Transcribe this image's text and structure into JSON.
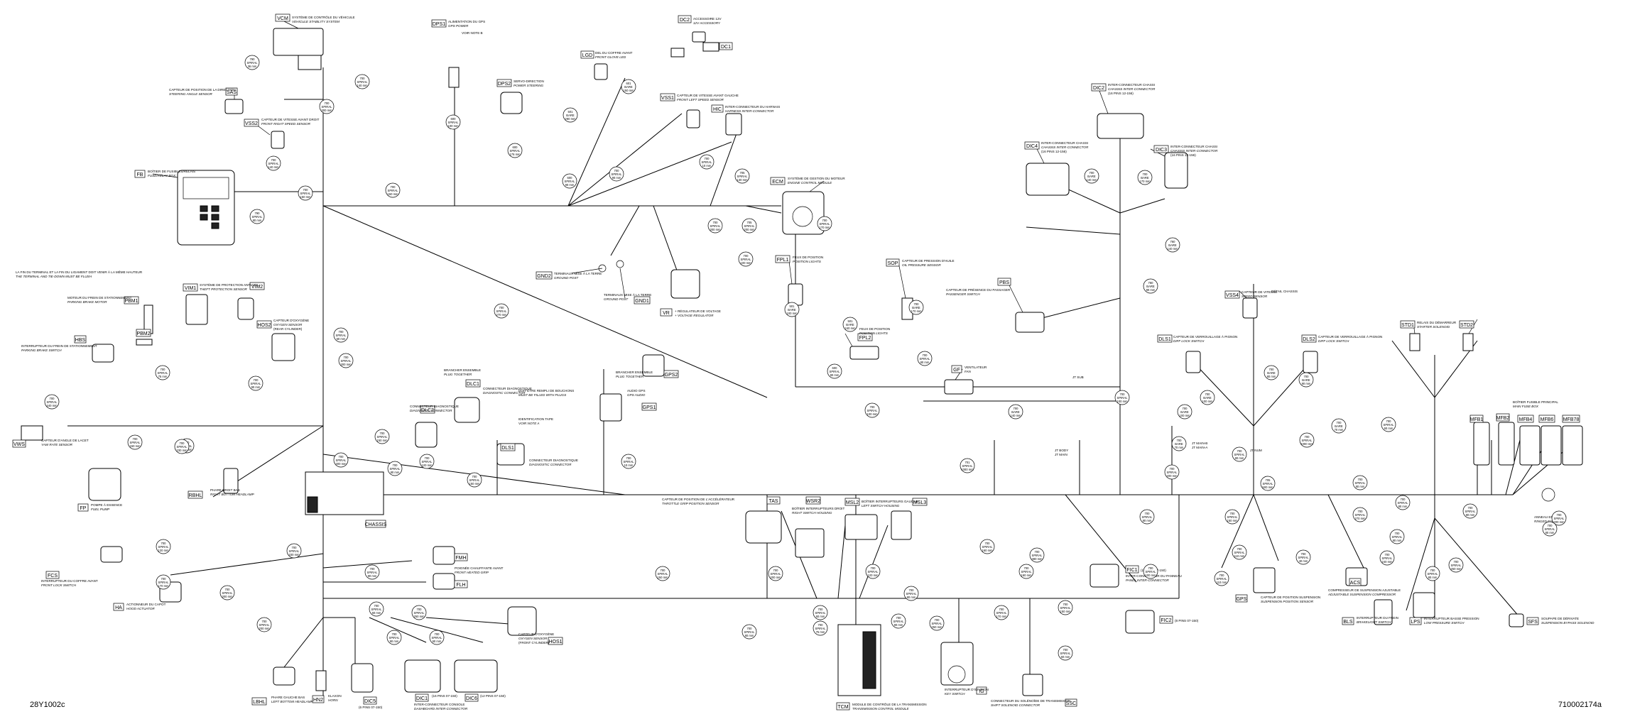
{
  "footer": {
    "left": "28Y1002c",
    "right": "710002174a"
  },
  "codes": {
    "vcm": "VCM",
    "dps1": "DPS1",
    "dc2": "DC2",
    "dc1": "DC1",
    "lgd": "LGD",
    "dps2": "DPS2",
    "vss1": "VSS1",
    "hic": "HIC",
    "sas": "SAS",
    "vss2": "VSS2",
    "fb": "FB",
    "ecm": "ECM",
    "dic2": "DIC2",
    "dic4": "DIC4",
    "dic3": "DIC3",
    "gnd2": "GND2",
    "gnd1": "GND1",
    "vr": "VR",
    "fpl1": "FPL1",
    "fpl2": "FPL2",
    "sop": "SOP",
    "gf": "GF",
    "pbs": "PBS",
    "vss4": "VSS4",
    "dls1": "DLS1",
    "dls2": "DLS2",
    "std1": "STD1",
    "std2": "STD2",
    "vim1": "VIM1",
    "vim2": "VIM2",
    "pbm1": "PBM1",
    "pbm2": "PBM2",
    "hbs": "HBS",
    "hos2": "HOS2",
    "vws": "VWS",
    "fp": "FP",
    "rbhl": "RBHL",
    "dlc1": "DLC1",
    "dlc2": "DLC2",
    "dls1b": "DLS1",
    "gps2": "GPS2",
    "gps1": "GPS1",
    "chassis": "CHASSIS",
    "tas": "TAS",
    "wsr2": "WSR2",
    "msl2": "MSL2",
    "msl3": "MSL3",
    "fic1": "FIC1",
    "fic2": "FIC2",
    "gps": "GPS",
    "acs": "ACS",
    "bls": "BLS",
    "lps": "LPS",
    "sfs": "SFS",
    "mfb1": "MFB1",
    "mfb2": "MFB2",
    "mfb4": "MFB4",
    "mfb6": "MFB6",
    "mfb78": "MFB78",
    "fcs": "FCS",
    "ha": "HA",
    "fmh": "FMH",
    "flh": "FLH",
    "hos1": "HOS1",
    "lbhl": "LBHL",
    "hn2": "HN2",
    "dic5": "DIC5",
    "dic1": "DIC1",
    "dic6": "DIC6",
    "tcm": "TCM",
    "ig": "IG",
    "ssc": "SSC"
  },
  "labels": {
    "vcm_fr": "SYSTÈME DE CONTRÔLE DU VÉHICULE",
    "vcm_en": "VEHICULE STABILITY SYSTEM",
    "dps1_fr": "ALIMENTATION DU GPS",
    "dps1_en": "GPS POWER",
    "dps1_note": "VOIR NOTE B",
    "dc2_fr": "ACCESSOIRE 12V",
    "dc2_en": "12V ACCESSORY",
    "lgd_fr": "DEL DU COFFRE AVANT",
    "lgd_en": "FRONT GLOVE LED",
    "dps2_fr": "SERVO-DIRECTION",
    "dps2_en": "POWER STEERING",
    "sas_fr": "CAPTEUR DE POSITION DE LA DIRECTION",
    "sas_en": "STEERING ANGLE SENSOR",
    "vss2_fr": "CAPTEUR DE VITESSE AVANT DROIT",
    "vss2_en": "FRONT RIGHT SPEED SENSOR",
    "vss1_fr": "CAPTEUR DE VITESSE AVANT GAUCHE",
    "vss1_en": "FRONT LEFT SPEED SENSOR",
    "hic_fr": "INTER-CONNECTEUR DU HARNAIS",
    "hic_en": "HARNESS INTER-CONNECTOR",
    "fb_fr": "BOÎTIER DE FUSIBLES/RELAIS",
    "fb_en": "FUSE/RELAY BOX",
    "ecm_fr": "SYSTÈME DE GESTION DU MOTEUR",
    "ecm_en": "ENGINE CONTROL MODULE",
    "dic2_fr": "INTER-CONNECTEUR CHASSI",
    "dic2_en": "CHASSIS INTER-CONNECTOR",
    "dic2_pin": "(16 PINS 12-156)",
    "dic4_fr": "INTER-CONNECTEUR CHASSI",
    "dic4_en": "CHASSIS INTER-CONNECTOR",
    "dic4_pin": "(16 PINS 12-156)",
    "dic3_fr": "INTER-CONNECTEUR CHASSI",
    "dic3_en": "CHASSIS INTER-CONNECTOR",
    "dic3_pin": "(16 PINS 12-156)",
    "gnd2_fr": "TERMINAUX MISE À LA TERRE",
    "gnd2_en": "GROUND POST",
    "gnd1_fr": "TERMINAUX MISE À LA TERRE",
    "gnd1_en": "GROUND POST",
    "vr_fr": "+ RÉGULATEUR DE VOLTAGE",
    "vr_en": "+ VOLTAGE REGULATOR",
    "fpl1_fr": "FEUX DE POSITION",
    "fpl1_en": "POSITION LIGHTS",
    "fpl2_fr": "FEUX DE POSITION",
    "fpl2_en": "POSITION LIGHTS",
    "sop_fr": "CAPTEUR DE PRESSION D'HUILE",
    "sop_en": "OIL PRESSURE SENSOR",
    "gf_fr": "VENTILATEUR",
    "gf_en": "FAN",
    "pbs_fr": "CAPTEUR DE PRÉSENCE DU PASSAGER",
    "pbs_en": "PASSENGER SWITCH",
    "vss4_fr": "CAPTEUR DE VITESSE",
    "vss4_en": "SPEED SENSOR",
    "vss4_note": "DÉTAIL CHASSIS",
    "dls1_fr": "CAPTEUR DE VERROUILLAGE À PIGNON",
    "dls1_en": "DIFF LOCK SWITCH",
    "dls2_fr": "CAPTEUR DE VERROUILLAGE À PIGNON",
    "dls2_en": "DIFF LOCK SWITCH",
    "std_fr": "RELAIS DU DÉMARREUR",
    "std_en": "STARTER SOLENOID",
    "top_note_fr": "LA FIN DU TERMINAL ET LA FIN DU LIGAMENT DOIT VENIR À LA MÊME HAUTEUR",
    "top_note_en": "THE TERMINAL AND TIE-DOWN MUST BE FLUSH",
    "vim_fr": "SYSTÈME DE PROTECTION ANTI-VOL",
    "vim_en": "THEFT PROTECTION SENSOR",
    "pbm_fr": "MOTEUR DU FREIN DE STATIONNEMENT",
    "pbm_en": "PARKING BRAKE MOTOR",
    "hos2_fr": "CAPTEUR D'OXYGÈNE",
    "hos2_en": "OXYGEN SENSOR",
    "hos2_sub": "(REAR CYLINDER)",
    "hbs_fr": "INTERRUPTEUR DU FREIN DE STATIONNEMENT",
    "hbs_en": "PARKING BRAKE SWITCH",
    "vws_fr": "CAPTEUR D'ANGLE DE LACET",
    "vws_en": "YAW RATE SENSOR",
    "fp_fr": "POMPE À ESSENCE",
    "fp_en": "FUEL PUMP",
    "rbhl_fr": "PHARE DROIT BAS",
    "rbhl_en": "RIGHT BOTTOM HEADLAMP",
    "dlc1_fr": "CONNECTEUR DIAGNOSTIQUE",
    "dlc1_en": "DIAGNOSTIC CONNECTOR",
    "dlc2_fr": "CONNECTEUR DIAGNOSTIQUE",
    "dlc2_en": "DIAGNOSTIC CONNECTOR",
    "branch_fr": "BRANCHER ENSEMBLE",
    "branch_en": "PLUG TOGETHER",
    "dls1b_fr": "CONNECTEUR DIAGNOSTIQUE",
    "dls1b_en": "DIAGNOSTIC CONNECTOR",
    "note_fill_fr": "DOIT ÊTRE REMPLI DE BOUCHONS",
    "note_fill_en": "MUST BE FILLED WITH PLUGS",
    "note_tape_fr": "IDENTIFICATION TAPE",
    "note_tape_en": "VOIR NOTE A",
    "gps2_fr": "BRANCHER ENSEMBLE",
    "gps2_en": "PLUG TOGETHER",
    "gps1_fr": "AUDIO GPS",
    "gps1_en": "GPS AUDIO",
    "tas_fr": "CAPTEUR DE POSITION DE L'ACCÉLÉRATEUR",
    "tas_en": "THROTTLE GRIP POSITION SENSOR",
    "wsr2_fr": "BOÎTIER INTERRUPTEURS DROIT",
    "wsr2_en": "RIGHT SWITCH HOUSING",
    "msl2_fr": "BOÎTIER INTERRUPTEURS GAUCHE",
    "msl2_en": "LEFT SWITCH HOUSING",
    "fic1_fr": "INTER-CONNECTEUR DU PANNEAU",
    "fic1_en": "PANEL INTER-CONNECTOR",
    "fic1_pin": "(14 PINS 07-150)",
    "fic2_pin": "(8 PINS 07-150)",
    "gps_fr": "CAPTEUR DE POSITION SUSPENSION",
    "gps_en": "SUSPENSION POSITION SENSOR",
    "acs_fr": "COMPRESSEUR DE SUSPENSION AJUSTABLE",
    "acs_en": "ADJUSTABLE SUSPENSION COMPRESSOR",
    "bls_fr": "INTERRUPTEUR DU FREIN",
    "bls_en": "BRAKELIGHT SWITCH",
    "lps_fr": "INTERRUPTEUR BASSE PRESSION",
    "lps_en": "LOW PRESSURE SWITCH",
    "sfs_fr": "SOUPAPE DE DÉRIVATE",
    "sfs_en": "SUSPENSION BYPASS SOLENOID",
    "mfb_fr": "BOÎTIER FUSIBLE PRINCIPAL",
    "mfb_en": "MAIN FUSE BOX",
    "ring_fr": "ANNEAU ENTENDUE",
    "ring_en": "RINGED EYELET",
    "fcs_fr": "INTERRUPTEUR DU COFFRE AVANT",
    "fcs_en": "FRONT LOCK SWITCH",
    "ha_fr": "ACTIONNEUR DU CAPOT",
    "ha_en": "HOOD ACTUATOR",
    "fmh_fr": "POIGNÉE CHAUFFANTE AVANT",
    "fmh_en": "FRONT HEATED GRIP",
    "hos1_fr": "CAPTEUR D'OXYGÈNE",
    "hos1_en": "OXYGEN SENSOR",
    "hos1_sub": "(FRONT CYLINDER)",
    "lbhl_fr": "PHARE GAUCHE BAS",
    "lbhl_en": "LEFT BOTTOM HEADLAMP",
    "hn2_fr": "KLAXON",
    "hn2_en": "HORN",
    "dic5_pin": "(6 PINS 07-150)",
    "dic1_fr": "INTER-CONNECTEUR CONSOLE",
    "dic1_en": "DASHBOARD INTER-CONNECTOR",
    "dic1_pin": "(16 PINS 07-150)",
    "dic6_pin": "(12 PINS 07-150)",
    "tcm_fr": "MODULE DE CONTRÔLE DE LA TRANSMISSION",
    "tcm_en": "TRANSMISSION CONTROL MODULE",
    "ig_fr": "INTERRUPTEUR D'IGNITION",
    "ig_en": "KEY SWITCH",
    "ssc_fr": "CONNECTEUR DU SOLÉNOÏDE DE TRANSMISSION",
    "ssc_en": "SHIFT SOLENOID CONNECTOR",
    "jbody": "JT BODY",
    "jmain": "JT MAIN",
    "jtmain2": "JT MAIN-B",
    "jtmain3": "JT MAIN-A",
    "jtnum": "JT NUM",
    "jtsub": "JT SUB"
  },
  "bubbles": {
    "b01": [
      "790",
      "SPIRAL",
      "36 mm"
    ],
    "b02": [
      "700",
      "SPIRAL",
      "140 mm"
    ],
    "b03": [
      "700",
      "SPIRAL",
      "300 mm"
    ],
    "b04": [
      "700",
      "SPIRAL",
      "140 mm"
    ],
    "b05": [
      "700",
      "SPIRAL",
      "150 mm"
    ],
    "b06": [
      "790",
      "SPIRAL",
      "80 mm"
    ],
    "b07": [
      "700",
      "SPIRAL",
      "150 mm"
    ],
    "b08": [
      "600",
      "SPIRAL",
      "100 mm"
    ],
    "b09": [
      "600",
      "SPIRAL",
      "176 mm"
    ],
    "b10": [
      "600",
      "SPIRAL",
      "90 mm"
    ],
    "b11": [
      "501",
      "BARE",
      "290 mm"
    ],
    "b12": [
      "601",
      "BARE",
      "150 mm"
    ],
    "b13": [
      "700",
      "SPIRAL",
      "90 mm"
    ],
    "b14": [
      "700",
      "SPIRAL",
      "10 mm"
    ],
    "b15": [
      "705",
      "SPIRAL",
      "130 mm"
    ],
    "b16": [
      "700",
      "SPIRAL",
      "300 mm"
    ],
    "b17": [
      "705",
      "SPIRAL",
      "200 mm"
    ],
    "b18": [
      "700",
      "SPIRAL",
      "170 mm"
    ],
    "b19": [
      "700",
      "SPIRAL",
      "100 mm"
    ],
    "b20": [
      "700",
      "BARE",
      "140 mm"
    ],
    "b21": [
      "700",
      "BARE",
      "170 mm"
    ],
    "b22": [
      "760",
      "BARE",
      "80 mm"
    ],
    "b23": [
      "760",
      "BARE",
      "140 mm"
    ],
    "b24": [
      "700",
      "SPIRAL",
      "270 mm"
    ],
    "b25": [
      "501",
      "BARE",
      "100 mm"
    ],
    "b26": [
      "501",
      "BARE",
      "240 mm"
    ],
    "b27": [
      "700",
      "BARE",
      "170 mm"
    ],
    "b28": [
      "600",
      "SPIRAL",
      "80 mm"
    ],
    "b29": [
      "700",
      "SPIRAL",
      "80 mm"
    ],
    "b30": [
      "700",
      "SPIRAL",
      "100 mm"
    ],
    "b31": [
      "700",
      "SPIRAL",
      "100 mm"
    ],
    "b32": [
      "700",
      "BARE",
      "80 mm"
    ],
    "b33": [
      "700",
      "BARE",
      "100 mm"
    ],
    "b34": [
      "700",
      "BARE",
      "90 mm"
    ],
    "b35": [
      "700",
      "SPIRAL",
      "60 mm"
    ],
    "b36": [
      "700",
      "SPIRAL",
      "90 mm"
    ],
    "b37": [
      "700",
      "SPIRAL",
      "300 mm"
    ],
    "b38": [
      "700",
      "SPIRAL",
      "75 mm"
    ],
    "b39": [
      "700",
      "SPIRAL",
      "100 mm"
    ],
    "b40": [
      "700",
      "SPIRAL",
      "440 mm"
    ],
    "b41": [
      "700",
      "SPIRAL",
      "150 mm"
    ],
    "b42": [
      "700",
      "SPIRAL",
      "230 mm"
    ],
    "b43": [
      "700",
      "SPIRAL",
      "300 mm"
    ],
    "b44": [
      "700",
      "SPIRAL",
      "150 mm"
    ],
    "b45": [
      "700",
      "SPIRAL",
      "120 mm"
    ],
    "b46": [
      "700",
      "SPIRAL",
      "150 mm"
    ],
    "b47": [
      "700",
      "SPIRAL",
      "10 mm"
    ],
    "b48": [
      "700",
      "SPIRAL",
      "80 mm"
    ],
    "b49": [
      "701",
      "SPIRAL",
      "1000 mm"
    ],
    "b50": [
      "700",
      "SPIRAL",
      "1000 mm"
    ],
    "b51": [
      "700",
      "SPIRAL",
      "80 mm"
    ],
    "b52": [
      "700",
      "SPIRAL",
      "150 mm"
    ],
    "b53": [
      "705",
      "SPIRAL",
      "500 mm"
    ],
    "b54": [
      "700",
      "SPIRAL",
      "270 mm"
    ],
    "b55": [
      "700",
      "SPIRAL",
      "80 mm"
    ],
    "b56": [
      "700",
      "SPIRAL",
      "80 mm"
    ],
    "b57": [
      "700",
      "SPIRAL",
      "200 mm"
    ],
    "b58": [
      "700",
      "SPIRAL",
      "240 mm"
    ],
    "b59": [
      "700",
      "SPIRAL",
      "250 mm"
    ],
    "b60": [
      "700",
      "SPIRAL",
      "80 mm"
    ],
    "b61": [
      "700",
      "SPIRAL",
      "380 mm"
    ],
    "b62": [
      "700",
      "SPIRAL",
      "160 mm"
    ],
    "b63": [
      "700",
      "SPIRAL",
      "80 mm"
    ],
    "b64": [
      "700",
      "SPIRAL",
      "60 mm"
    ],
    "b65": [
      "700",
      "SPIRAL",
      "75 mm"
    ],
    "b66": [
      "700",
      "SPIRAL",
      "90 mm"
    ],
    "b67": [
      "700",
      "SPIRAL",
      "250 mm"
    ],
    "b68": [
      "700",
      "SPIRAL",
      "60 mm"
    ],
    "b69": [
      "700",
      "SPIRAL",
      "150 mm"
    ],
    "b70": [
      "700",
      "SPIRAL",
      "200 mm"
    ],
    "b71": [
      "700",
      "SPIRAL",
      "120 mm"
    ],
    "b72": [
      "700",
      "SPIRAL",
      "90 mm"
    ],
    "b73": [
      "700",
      "SPIRAL",
      "330 mm"
    ],
    "b74": [
      "700",
      "SPIRAL",
      "60 mm"
    ],
    "b75": [
      "700",
      "SPIRAL",
      "250 mm"
    ],
    "b76": [
      "700",
      "SPIRAL",
      "90 mm"
    ],
    "b77": [
      "700",
      "SPIRAL",
      "200 mm"
    ],
    "b78": [
      "700",
      "SPIRAL",
      "60 mm"
    ],
    "b79": [
      "700",
      "SPIRAL",
      "110 mm"
    ],
    "b80": [
      "700",
      "SPIRAL",
      "170 mm"
    ],
    "b81": [
      "700",
      "SPIRAL",
      "40 mm"
    ],
    "b82": [
      "700",
      "SPIRAL",
      "80 mm"
    ],
    "b83": [
      "700",
      "SPIRAL",
      "80 mm"
    ],
    "b84": [
      "700",
      "SPIRAL",
      "100 mm"
    ],
    "b85": [
      "700",
      "SPIRAL",
      "110 mm"
    ],
    "b86": [
      "700",
      "SPIRAL",
      "80 mm"
    ],
    "b87": [
      "700",
      "SPIRAL",
      "60 mm"
    ],
    "b88": [
      "700",
      "SPIRAL",
      "200 mm"
    ],
    "b89": [
      "700",
      "SPIRAL",
      "80 mm"
    ],
    "b90": [
      "700",
      "SPIRAL",
      "160 mm"
    ],
    "b91": [
      "700",
      "BARE",
      "100 mm"
    ],
    "b92": [
      "700",
      "BARE",
      "70 mm"
    ],
    "b93": [
      "700",
      "BARE",
      "70 mm"
    ],
    "b94": [
      "700",
      "BARE",
      "140 mm"
    ],
    "b95": [
      "700",
      "SPIRAL",
      "120 mm"
    ],
    "b96": [
      "700",
      "SPIRAL",
      "300 mm"
    ],
    "b97": [
      "700",
      "SPIRAL",
      "170 mm"
    ],
    "b98": [
      "700",
      "SPIRAL",
      "150 mm"
    ],
    "b99": [
      "700",
      "SPIRAL",
      "80 mm"
    ]
  }
}
